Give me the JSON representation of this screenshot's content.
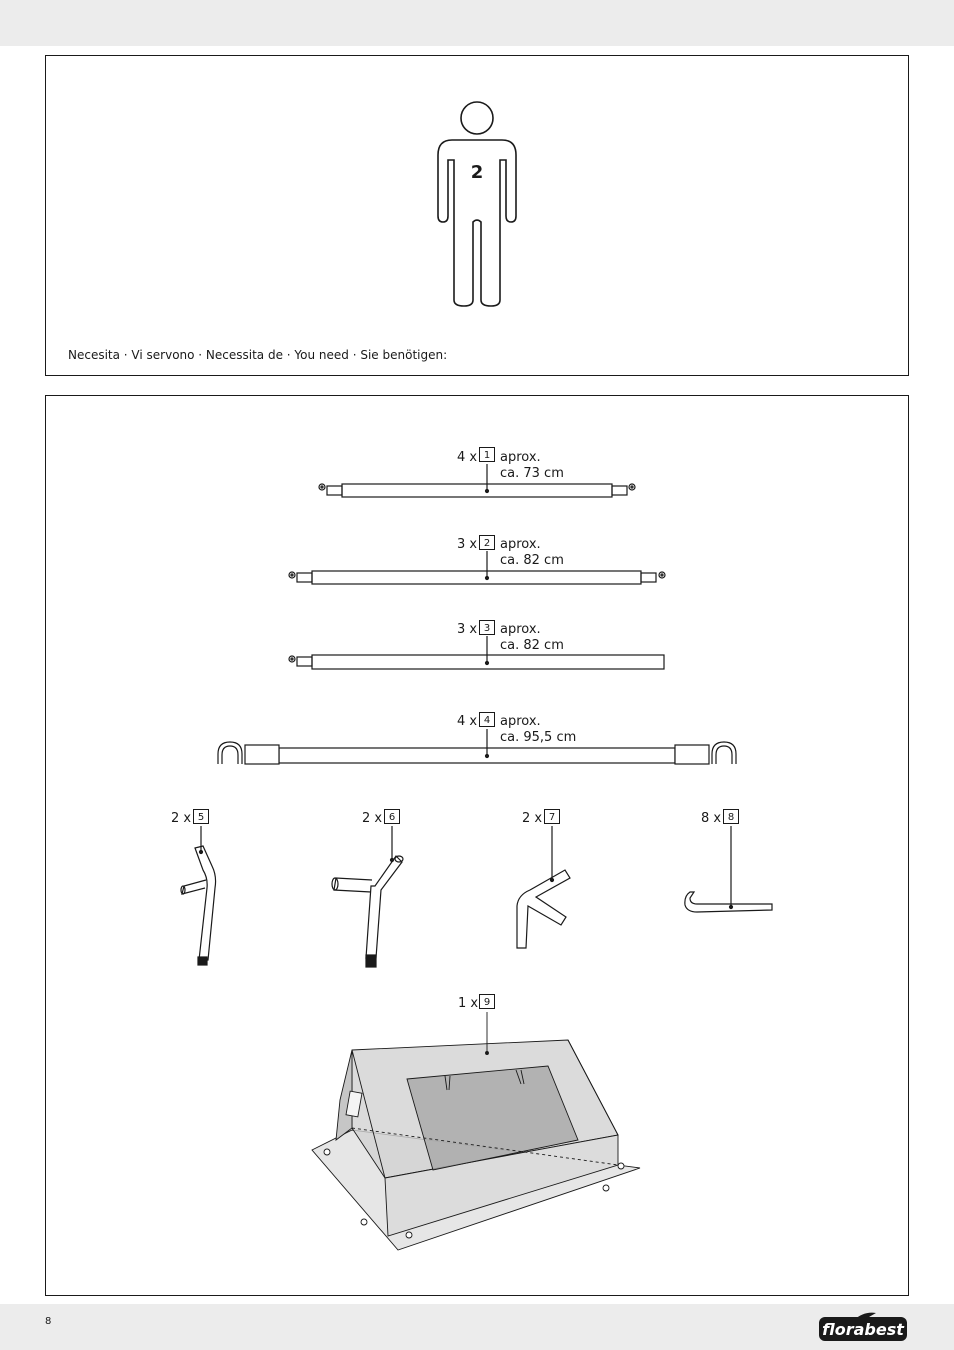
{
  "page": {
    "page_number": "8",
    "brand": "florabest"
  },
  "panel_people": {
    "people_count": "2",
    "text": "Necesita · Vi servono · Necessita de · You need · Sie benötigen:"
  },
  "parts": [
    {
      "qty": "4 x",
      "number": "1",
      "line1": "aprox.",
      "line2": "ca. 73 cm"
    },
    {
      "qty": "3 x",
      "number": "2",
      "line1": "aprox.",
      "line2": "ca. 82 cm"
    },
    {
      "qty": "3 x",
      "number": "3",
      "line1": "aprox.",
      "line2": "ca. 82 cm"
    },
    {
      "qty": "4 x",
      "number": "4",
      "line1": "aprox.",
      "line2": "ca. 95,5 cm"
    },
    {
      "qty": "2 x",
      "number": "5"
    },
    {
      "qty": "2 x",
      "number": "6"
    },
    {
      "qty": "2 x",
      "number": "7"
    },
    {
      "qty": "8 x",
      "number": "8"
    },
    {
      "qty": "1 x",
      "number": "9"
    }
  ]
}
